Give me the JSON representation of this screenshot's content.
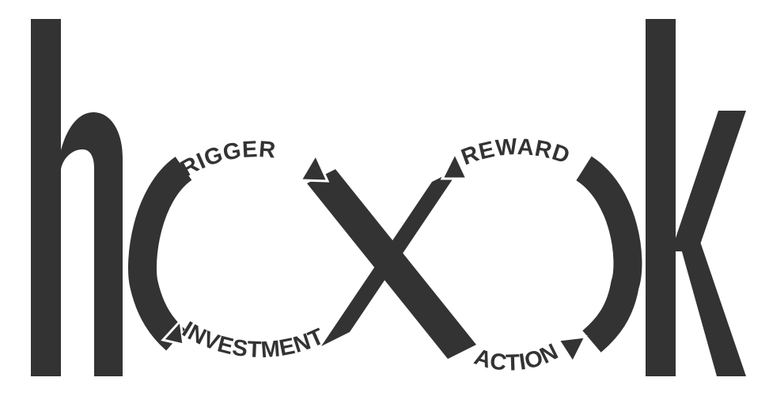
{
  "logo": {
    "word_parts": [
      "h",
      "k"
    ],
    "colors": {
      "ink": "#333333",
      "background": "#ffffff",
      "arrow_outline": "#ffffff"
    }
  },
  "cycle": {
    "steps": [
      {
        "key": "trigger",
        "label": "TRIGGER"
      },
      {
        "key": "action",
        "label": "ACTION"
      },
      {
        "key": "reward",
        "label": "REWARD"
      },
      {
        "key": "investment",
        "label": "INVESTMENT"
      }
    ],
    "arrow_icon": "triangle-arrow"
  }
}
